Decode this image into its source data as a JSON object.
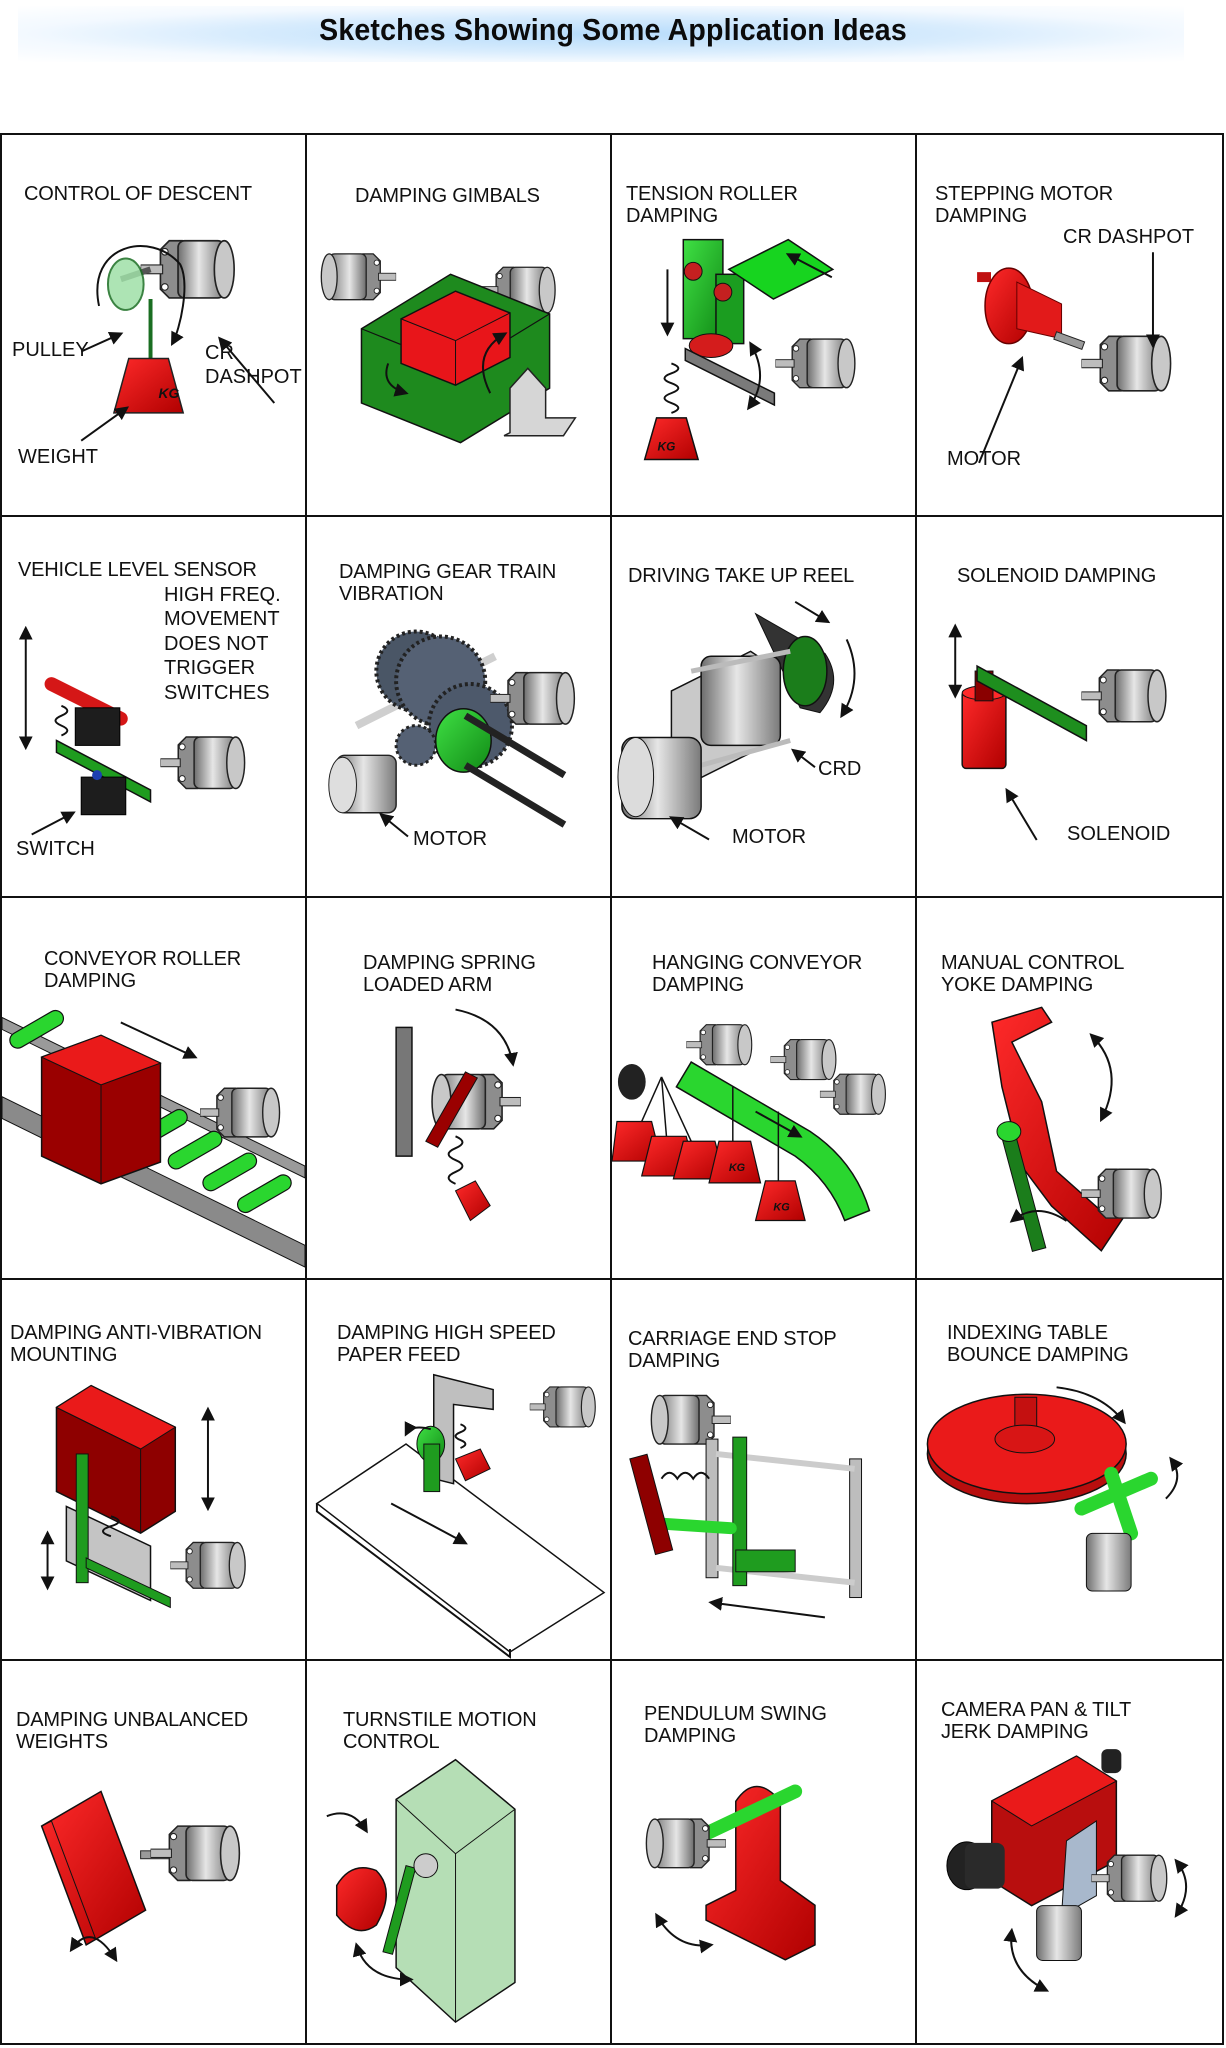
{
  "header": {
    "title": "Sketches Showing Some Application Ideas"
  },
  "colors": {
    "red": "#e8151a",
    "dark_red": "#8a0000",
    "green": "#17c41e",
    "dark_green": "#1b7d1b",
    "grey": "#9b9b9b",
    "dark_grey": "#555555",
    "title_glow": "#b7dcfb"
  },
  "cells": [
    {
      "title": "CONTROL OF DESCENT",
      "labels": [
        "PULLEY",
        "CR\nDASHPOT",
        "WEIGHT"
      ],
      "badge": "KG"
    },
    {
      "title": "DAMPING GIMBALS",
      "labels": []
    },
    {
      "title": "TENSION ROLLER\nDAMPING",
      "labels": [],
      "badge": "KG"
    },
    {
      "title": "STEPPING MOTOR\nDAMPING",
      "labels": [
        "CR DASHPOT",
        "MOTOR"
      ]
    },
    {
      "title": "VEHICLE LEVEL SENSOR",
      "labels": [
        "HIGH FREQ.\nMOVEMENT\nDOES NOT\nTRIGGER\nSWITCHES",
        "SWITCH"
      ]
    },
    {
      "title": "DAMPING GEAR TRAIN\nVIBRATION",
      "labels": [
        "MOTOR"
      ]
    },
    {
      "title": "DRIVING TAKE UP REEL",
      "labels": [
        "CRD",
        "MOTOR"
      ]
    },
    {
      "title": "SOLENOID DAMPING",
      "labels": [
        "SOLENOID"
      ]
    },
    {
      "title": "CONVEYOR ROLLER\nDAMPING",
      "labels": []
    },
    {
      "title": "DAMPING SPRING\nLOADED ARM",
      "labels": []
    },
    {
      "title": "HANGING CONVEYOR\nDAMPING",
      "labels": [],
      "badge": "KG"
    },
    {
      "title": "MANUAL CONTROL\nYOKE DAMPING",
      "labels": []
    },
    {
      "title": "DAMPING ANTI-VIBRATION\nMOUNTING",
      "labels": []
    },
    {
      "title": "DAMPING HIGH SPEED\nPAPER FEED",
      "labels": []
    },
    {
      "title": "CARRIAGE END STOP\nDAMPING",
      "labels": []
    },
    {
      "title": "INDEXING TABLE\nBOUNCE DAMPING",
      "labels": []
    },
    {
      "title": "DAMPING UNBALANCED\nWEIGHTS",
      "labels": []
    },
    {
      "title": "TURNSTILE MOTION\nCONTROL",
      "labels": []
    },
    {
      "title": "PENDULUM SWING\nDAMPING",
      "labels": []
    },
    {
      "title": "CAMERA PAN & TILT\nJERK DAMPING",
      "labels": []
    }
  ]
}
